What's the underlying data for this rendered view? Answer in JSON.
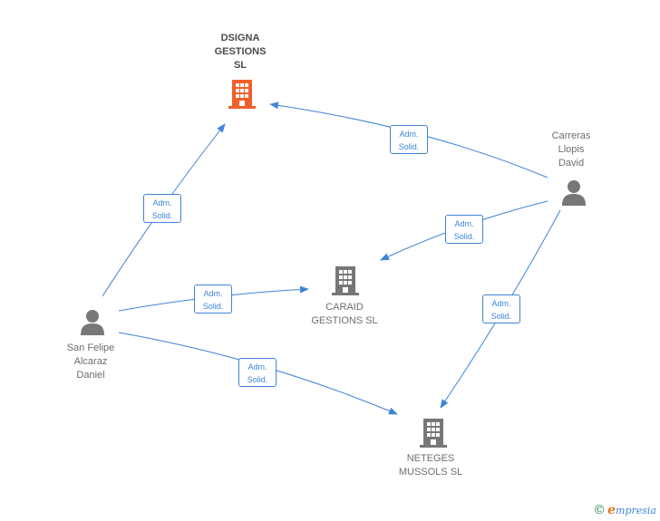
{
  "colors": {
    "edge": "#3d84d8",
    "company_main": "#f0602a",
    "company": "#777777",
    "person": "#777777"
  },
  "nodes": {
    "dsigna": {
      "label": "DSIGNA\nGESTIONS\nSL",
      "icon": "building-icon"
    },
    "caraid": {
      "label": "CARAID\nGESTIONS SL",
      "icon": "building-icon"
    },
    "neteges": {
      "label": "NETEGES\nMUSSOLS SL",
      "icon": "building-icon"
    },
    "carreras": {
      "label": "Carreras\nLlopis\nDavid",
      "icon": "person-icon"
    },
    "sanfelipe": {
      "label": "San Felipe\nAlcaraz\nDaniel",
      "icon": "person-icon"
    }
  },
  "edges": [
    {
      "from": "carreras",
      "to": "dsigna",
      "label_line1": "Adm.",
      "label_line2": "Solid."
    },
    {
      "from": "carreras",
      "to": "caraid",
      "label_line1": "Adm.",
      "label_line2": "Solid."
    },
    {
      "from": "carreras",
      "to": "neteges",
      "label_line1": "Adm.",
      "label_line2": "Solid."
    },
    {
      "from": "sanfelipe",
      "to": "dsigna",
      "label_line1": "Adm.",
      "label_line2": "Solid."
    },
    {
      "from": "sanfelipe",
      "to": "caraid",
      "label_line1": "Adm.",
      "label_line2": "Solid."
    },
    {
      "from": "sanfelipe",
      "to": "neteges",
      "label_line1": "Adm.",
      "label_line2": "Solid."
    }
  ],
  "watermark": {
    "copyright": "©",
    "brand_e": "e",
    "brand_rest": "mpresia"
  }
}
